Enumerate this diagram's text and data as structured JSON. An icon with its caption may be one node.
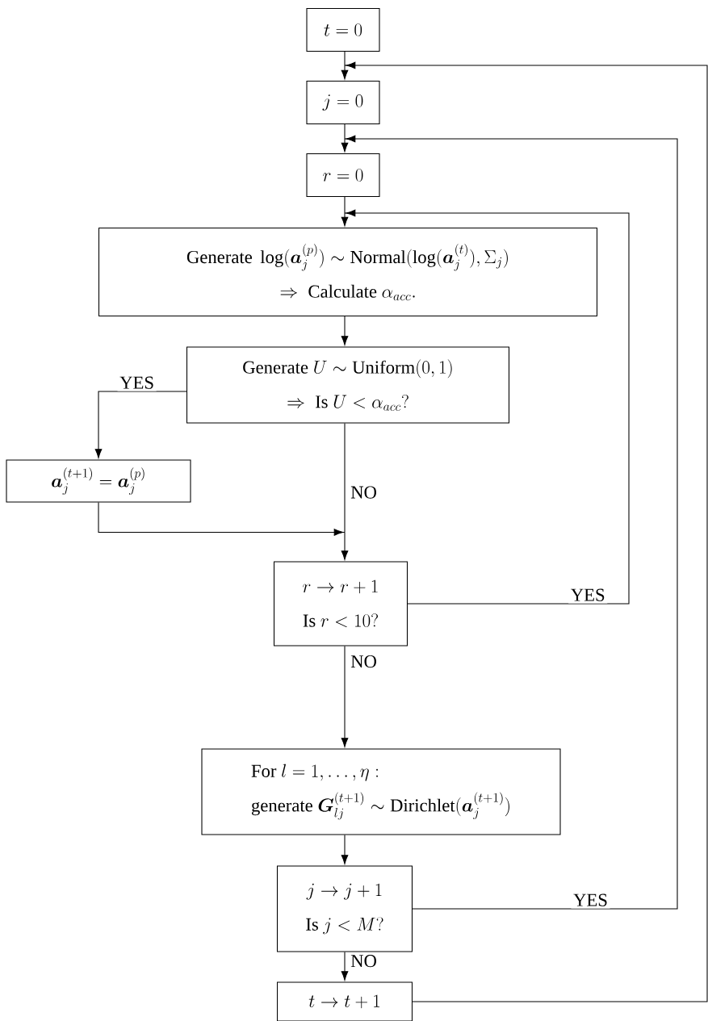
{
  "diagram": {
    "nodes": [
      {
        "text": [
          "t = 0"
        ]
      },
      {
        "text": [
          "j = 0"
        ]
      },
      {
        "text": [
          "r = 0"
        ]
      },
      {
        "text": [
          "\\text{Generate } \\log(\\boldsymbol{a}_j^{(p)}) \\sim \\text{Normal}(\\log(\\boldsymbol{a}_j^{(t)}), \\Sigma_j)",
          "\\Rightarrow \\text{ Calculate } \\alpha_{acc}."
        ]
      },
      {
        "text": [
          "\\text{Generate } U \\sim \\text{Uniform}(0,1)",
          "\\Rightarrow \\text{ Is } U < \\alpha_{acc}?"
        ]
      },
      {
        "text": [
          "\\boldsymbol{a}_j^{(t+1)} = \\boldsymbol{a}_j^{(p)}"
        ]
      },
      {
        "text": [
          "r \\rightarrow r+1",
          "\\text{Is } r < 10?"
        ]
      },
      {
        "text": [
          "\\text{For } l = 1, \\ldots, \\eta :",
          "\\text{generate } \\boldsymbol{G}_{lj}^{(t+1)} \\sim \\text{Dirichlet}(\\boldsymbol{a}_j^{(t+1)})"
        ]
      },
      {
        "text": [
          "j \\rightarrow j+1",
          "\\text{Is } j < M?"
        ]
      },
      {
        "text": [
          "t \\rightarrow t+1"
        ]
      }
    ],
    "edges": [
      {
        "from": 0,
        "to": 1,
        "arrow": "to"
      },
      {
        "from": 1,
        "to": 2,
        "arrow": "to"
      },
      {
        "from": 2,
        "to": 3,
        "arrow": "to"
      },
      {
        "from": 3,
        "to": 4,
        "arrow": "to"
      },
      {
        "from": 4,
        "to": 5,
        "arrow": "to",
        "label": "YES"
      },
      {
        "from": 4,
        "to": 6,
        "arrow": "to",
        "label": "NO"
      },
      {
        "from": 5,
        "to": 6,
        "arrow": "to"
      },
      {
        "from": 6,
        "to": 3,
        "arrow": "to",
        "label": "YES"
      },
      {
        "from": 6,
        "to": 7,
        "arrow": "to",
        "label": "NO"
      },
      {
        "from": 7,
        "to": 8,
        "arrow": "to"
      },
      {
        "from": 8,
        "to": 2,
        "arrow": "to",
        "label": "YES"
      },
      {
        "from": 8,
        "to": 9,
        "arrow": "to",
        "label": "NO"
      },
      {
        "from": 9,
        "to": 1,
        "arrow": "to"
      }
    ]
  }
}
